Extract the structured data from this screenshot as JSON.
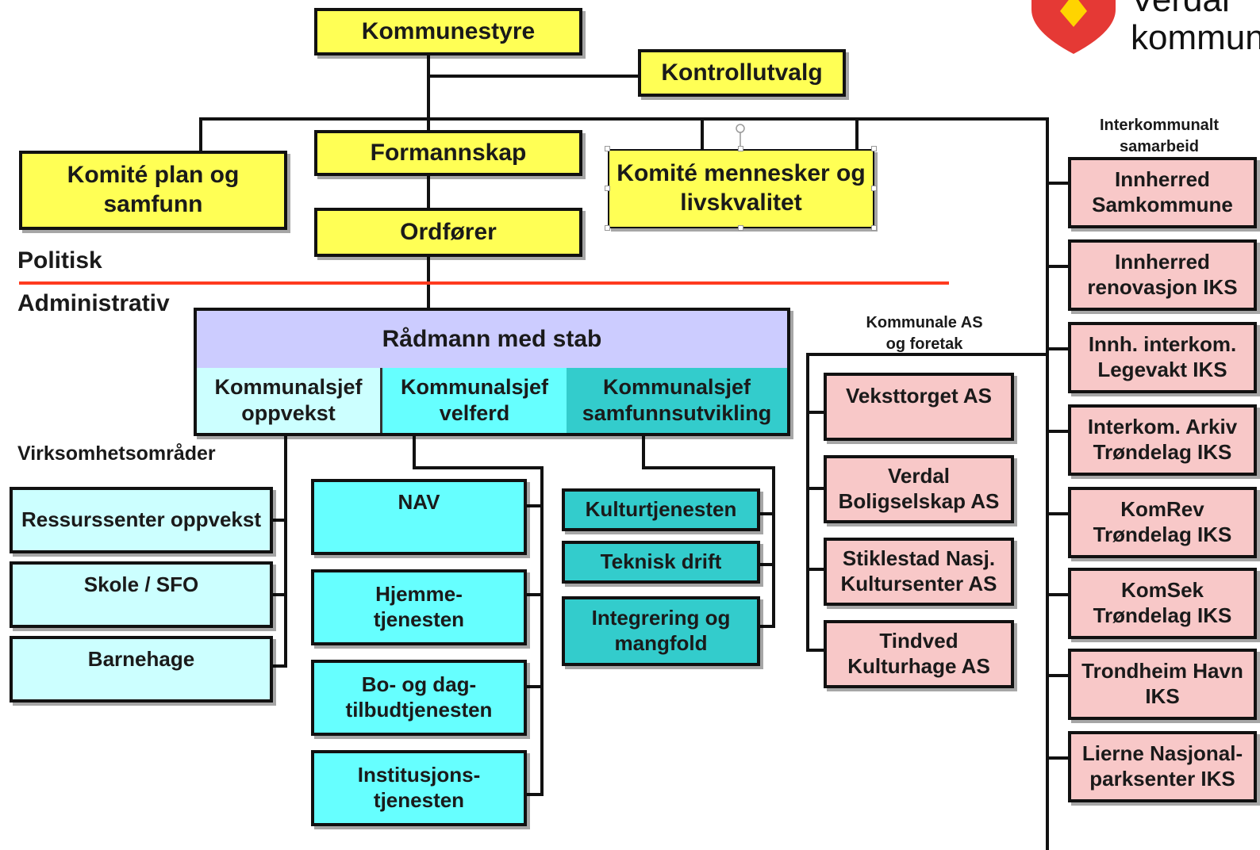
{
  "logo": {
    "text_line1": "Verdal",
    "text_line2": "kommune",
    "colors": {
      "shield": "#e53935",
      "emblem": "#ffd400"
    }
  },
  "political": {
    "kommunestyre": "Kommunestyre",
    "kontrollutvalg": "Kontrollutvalg",
    "formannskap": "Formannskap",
    "ordforer": "Ordfører",
    "komite_plan": "Komité plan og samfunn",
    "komite_mennesker": "Komité mennesker og livskvalitet"
  },
  "divider": {
    "politisk": "Politisk",
    "administrativ": "Administrativ",
    "line_color": "#ff3b1f"
  },
  "admin": {
    "radmann": "Rådmann med stab",
    "kommunalsjef_oppvekst": "Kommunalsjef oppvekst",
    "kommunalsjef_velferd": "Kommunalsjef velferd",
    "kommunalsjef_samfunn": "Kommunalsjef samfunnsutvikling"
  },
  "virksomhet": {
    "label": "Virksomhetsområder",
    "oppvekst": [
      "Ressurssenter oppvekst",
      "Skole / SFO",
      "Barnehage"
    ],
    "velferd": [
      "NAV",
      "Hjemme-tjenesten",
      "Bo- og dag-tilbudtjenesten",
      "Institusjons-tjenesten"
    ],
    "samfunn": [
      "Kulturtjenesten",
      "Teknisk drift",
      "Integrering og mangfold"
    ]
  },
  "kommunale_as": {
    "label_line1": "Kommunale AS",
    "label_line2": "og foretak",
    "items": [
      "Veksttorget AS",
      "Verdal Boligselskap AS",
      "Stiklestad Nasj. Kultursenter AS",
      "Tindved Kulturhage AS"
    ]
  },
  "interkommunalt": {
    "label_line1": "Interkommunalt",
    "label_line2": "samarbeid",
    "items": [
      "Innherred Samkommune",
      "Innherred renovasjon IKS",
      "Innh. interkom. Legevakt IKS",
      "Interkom. Arkiv Trøndelag IKS",
      "KomRev Trøndelag IKS",
      "KomSek Trøndelag IKS",
      "Trondheim Havn IKS",
      "Lierne Nasjonal-parksenter IKS"
    ]
  },
  "colors": {
    "yellow": "#ffff55",
    "pink": "#f8c8c8",
    "lavender": "#ccccff",
    "light_cyan": "#ccffff",
    "cyan": "#66ffff",
    "teal": "#33cccc"
  }
}
